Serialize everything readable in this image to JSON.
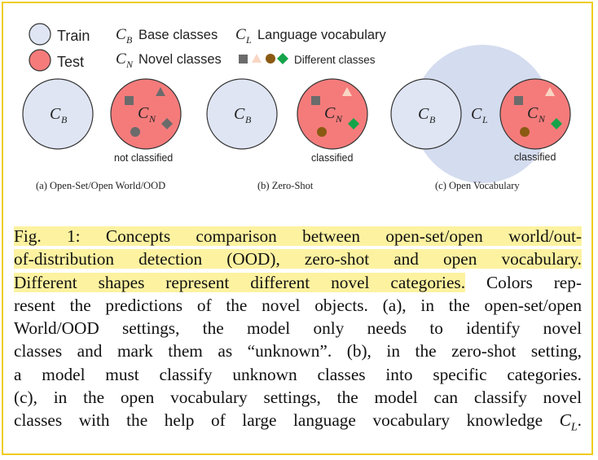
{
  "legend": {
    "train": "Train",
    "test": "Test",
    "cb_symbol": "C",
    "cb_sub": "B",
    "cb_label": "Base classes",
    "cn_symbol": "C",
    "cn_sub": "N",
    "cn_label": "Novel classes",
    "cl_symbol": "C",
    "cl_sub": "L",
    "cl_label": "Language vocabulary",
    "shapes_label": "Different classes"
  },
  "panels": [
    {
      "base": "C",
      "base_sub": "B",
      "novel": "C",
      "novel_sub": "N",
      "status": "not classified",
      "caption": "(a) Open-Set/Open World/OOD"
    },
    {
      "base": "C",
      "base_sub": "B",
      "novel": "C",
      "novel_sub": "N",
      "status": "classified",
      "caption": "(b) Zero-Shot"
    },
    {
      "base": "C",
      "base_sub": "B",
      "novel": "C",
      "novel_sub": "N",
      "vocab": "C",
      "vocab_sub": "L",
      "status": "classified",
      "caption": "(c) Open Vocabulary"
    }
  ],
  "caption": {
    "l1": "Fig. 1: Concepts comparison between open-set/open world/out-",
    "l2": "of-distribution detection (OOD), zero-shot and open vocabulary.",
    "l3a": "Different shapes represent different novel categories.",
    "l3b": " Colors rep-",
    "l4": "resent the predictions of the novel objects. (a), in the open-set/open",
    "l5": "World/OOD settings, the model only needs to identify novel",
    "l6": "classes and mark them as “unknown”. (b), in the zero-shot setting,",
    "l7": "a model must classify unknown classes into specific categories.",
    "l8": "(c), in the open vocabulary settings, the model can classify novel",
    "l9a": "classes with the help of large language vocabulary knowledge ",
    "l9m": "C",
    "l9s": "L",
    "l9e": "."
  },
  "colors": {
    "train_fill": "#dfe5f3",
    "test_fill": "#f57b7b",
    "vocab_fill": "#cdd6ec",
    "shape_gray": "#6b6b6b",
    "shape_brown": "#8a5a12",
    "shape_green": "#15a34a",
    "shape_peach": "#f9d6c4",
    "highlight": "#fdf2a0",
    "border": "#f0cc1e"
  }
}
